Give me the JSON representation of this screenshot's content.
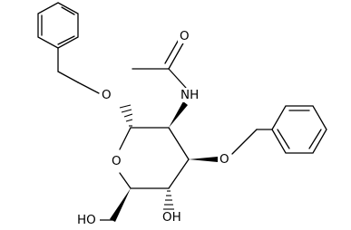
{
  "molecule": {
    "atoms": {
      "ring_oxygen": "O",
      "anomeric_oxygen": "O",
      "benzyl_ether_oxygen": "O",
      "acetamido_nitrogen": "NH",
      "carbonyl_oxygen": "O",
      "c4_hydroxyl": "OH",
      "c6_hydroxyl": "HO"
    }
  }
}
